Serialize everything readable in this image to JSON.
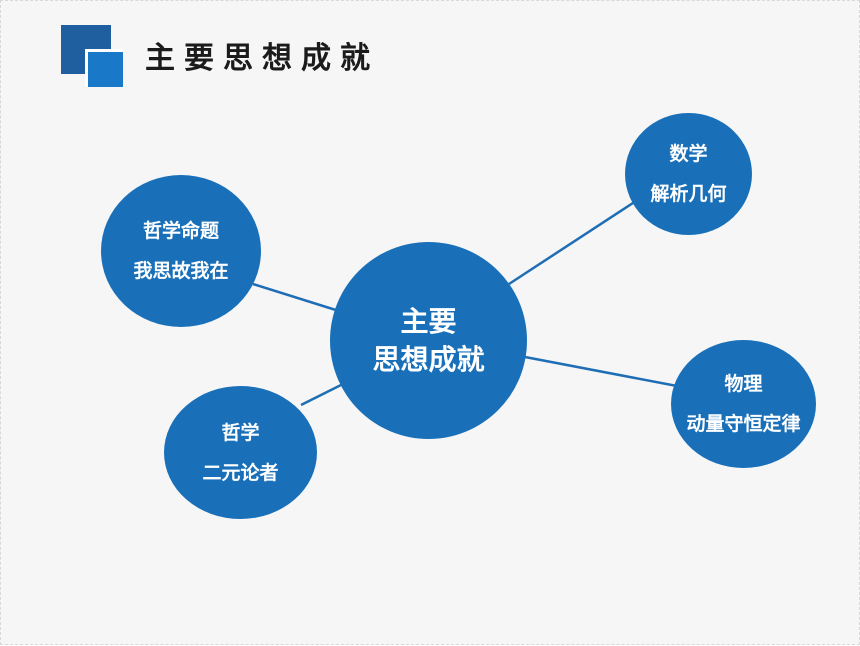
{
  "header": {
    "title": "主要思想成就"
  },
  "colors": {
    "node_fill": "#1a70b8",
    "connector": "#1f6db5",
    "logo_dark": "#1f5fa0",
    "logo_light": "#1a78c8",
    "background": "#f6f6f7"
  },
  "center": {
    "line1": "主要",
    "line2": "思想成就"
  },
  "nodes": {
    "philosophy": {
      "line1": "哲学命题",
      "line2": "我思故我在"
    },
    "dualism": {
      "line1": "哲学",
      "line2": "二元论者"
    },
    "math": {
      "line1": "数学",
      "line2": "解析几何"
    },
    "physics": {
      "line1": "物理",
      "line2": "动量守恒定律"
    }
  }
}
